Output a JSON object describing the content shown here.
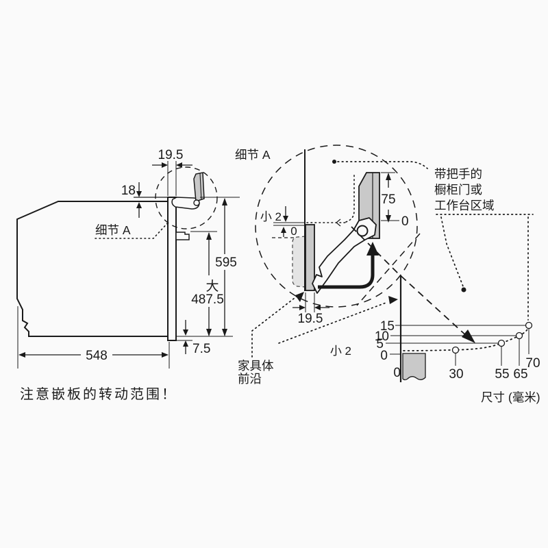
{
  "note": "注意嵌板的转动范围！",
  "units": "尺寸 (毫米)",
  "left_view": {
    "detail_ref": "细节 A",
    "dim_door_thickness": "19.5",
    "dim_top_offset": "18",
    "dim_height": "595",
    "dim_max_prefix": "大",
    "dim_max_height": "487.5",
    "dim_bottom_gap": "7.5",
    "dim_depth": "548"
  },
  "detail_view": {
    "title": "细节 A",
    "dim_min_gap": "小 2",
    "dim_min_zero": "0",
    "dim_panel_height": "75",
    "dim_panel_zero": "0",
    "dim_thickness": "19.5",
    "label_furniture_1": "家具体",
    "label_furniture_2": "前沿",
    "label_handle_1": "带把手的",
    "label_handle_2": "橱柜门或",
    "label_handle_3": "工作台区域"
  },
  "graph": {
    "y_tick_15": "15",
    "y_tick_10": "10",
    "y_tick_5": "5",
    "y_min_label": "小 2",
    "y_zero": "0",
    "x_zero": "0",
    "x_tick_30": "30",
    "x_tick_55": "55",
    "x_tick_65": "65",
    "x_tick_70": "70"
  },
  "chart_data": {
    "type": "line",
    "x": [
      30,
      55,
      65,
      70
    ],
    "y": [
      2,
      5,
      10,
      15
    ],
    "x_ticks": [
      0,
      30,
      55,
      65,
      70
    ],
    "y_ticks": [
      0,
      2,
      5,
      10,
      15
    ],
    "min_y_label": "小 2",
    "units_label": "尺寸 (毫米)",
    "style": "dotted curve with open circle markers; axes unlabeled; values in mm"
  },
  "colors": {
    "line": "#1a1a1a",
    "panel_gray": "#c9c9c9",
    "ghost_gray": "#e4e4e4",
    "background": "#fafafa"
  }
}
